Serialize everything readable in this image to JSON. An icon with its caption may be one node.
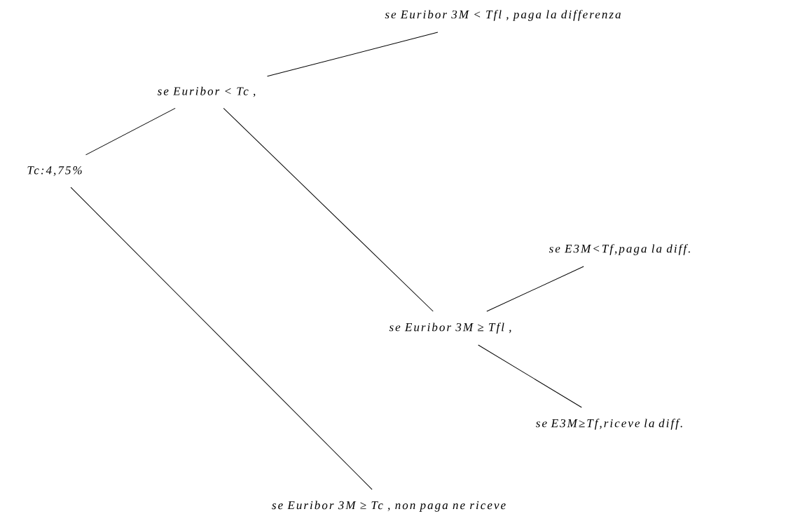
{
  "diagram": {
    "nodes": [
      {
        "text": [
          "Tc:4,75%"
        ]
      },
      {
        "text": [
          "se Euribor < Tc ,"
        ]
      },
      {
        "text": [
          "se Euribor 3M < Tfl , paga la differenza"
        ]
      },
      {
        "text": [
          "se Euribor 3M ≥ Tfl ,"
        ]
      },
      {
        "text": [
          "se E3M<Tf,paga la diff."
        ]
      },
      {
        "text": [
          "se E3M≥Tf,riceve la diff."
        ]
      },
      {
        "text": [
          "se Euribor 3M ≥ Tc , non paga ne riceve"
        ]
      }
    ],
    "edges": [
      {
        "from": 0,
        "to": 1,
        "arrow": "none"
      },
      {
        "from": 1,
        "to": 2,
        "arrow": "none"
      },
      {
        "from": 1,
        "to": 3,
        "arrow": "none"
      },
      {
        "from": 3,
        "to": 4,
        "arrow": "none"
      },
      {
        "from": 3,
        "to": 5,
        "arrow": "none"
      },
      {
        "from": 0,
        "to": 6,
        "arrow": "none"
      }
    ]
  }
}
